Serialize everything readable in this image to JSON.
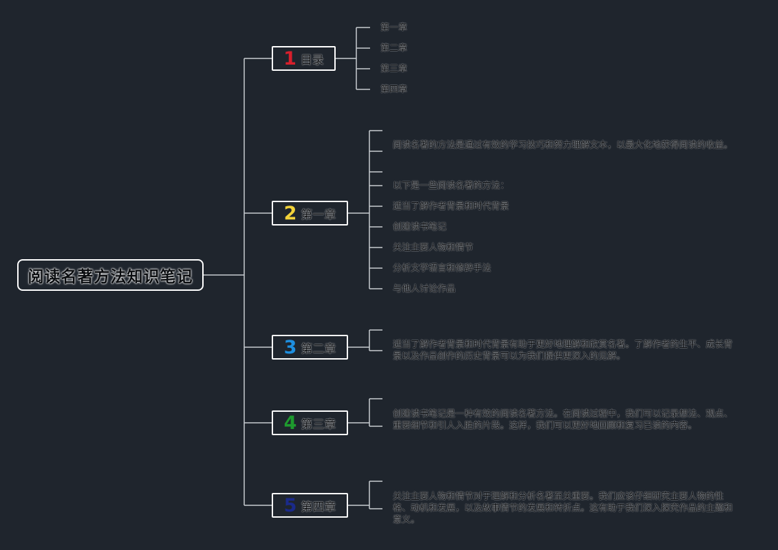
{
  "root": {
    "title": "阅读名著方法知识笔记"
  },
  "branches": [
    {
      "number": "1",
      "number_color": "#d81f2c",
      "label": "目录",
      "leaves": [
        "第一章",
        "第二章",
        "第三章",
        "第四章"
      ]
    },
    {
      "number": "2",
      "number_color": "#f2d23a",
      "label": "第一章",
      "leaves": [
        "",
        "阅读名著的方法是通过有效的学习技巧和努力理解文本，以最大化地获得阅读的收益。",
        "",
        "以下是一些阅读名著的方法：",
        "适当了解作者背景和时代背景",
        "创建读书笔记",
        "关注主要人物和情节",
        "分析文学语言和修辞手法",
        "与他人讨论作品"
      ]
    },
    {
      "number": "3",
      "number_color": "#1e8fe0",
      "label": "第二章",
      "leaves": [
        "",
        "适当了解作者背景和时代背景有助于更好地理解和欣赏名著。了解作者的生平、成长背景以及作品创作的历史背景可以为我们提供更深入的见解。"
      ]
    },
    {
      "number": "4",
      "number_color": "#1e9a2e",
      "label": "第三章",
      "leaves": [
        "",
        "创建读书笔记是一种有效的阅读名著方法。在阅读过程中，我们可以记录想法、观点、重要细节和引人入胜的片段。这样，我们可以更好地回顾和复习已读的内容。"
      ]
    },
    {
      "number": "5",
      "number_color": "#1a2a8a",
      "label": "第四章",
      "leaves": [
        "",
        "关注主要人物和情节对于理解和分析名著至关重要。我们应该仔细研究主要人物的性格、动机和发展，以及故事情节的发展和转折点。这有助于我们深入探究作品的主题和意义。"
      ]
    }
  ],
  "colors": {
    "background": "#1f252d",
    "connector": "#c8cdd2",
    "node_border": "#ffffff"
  }
}
